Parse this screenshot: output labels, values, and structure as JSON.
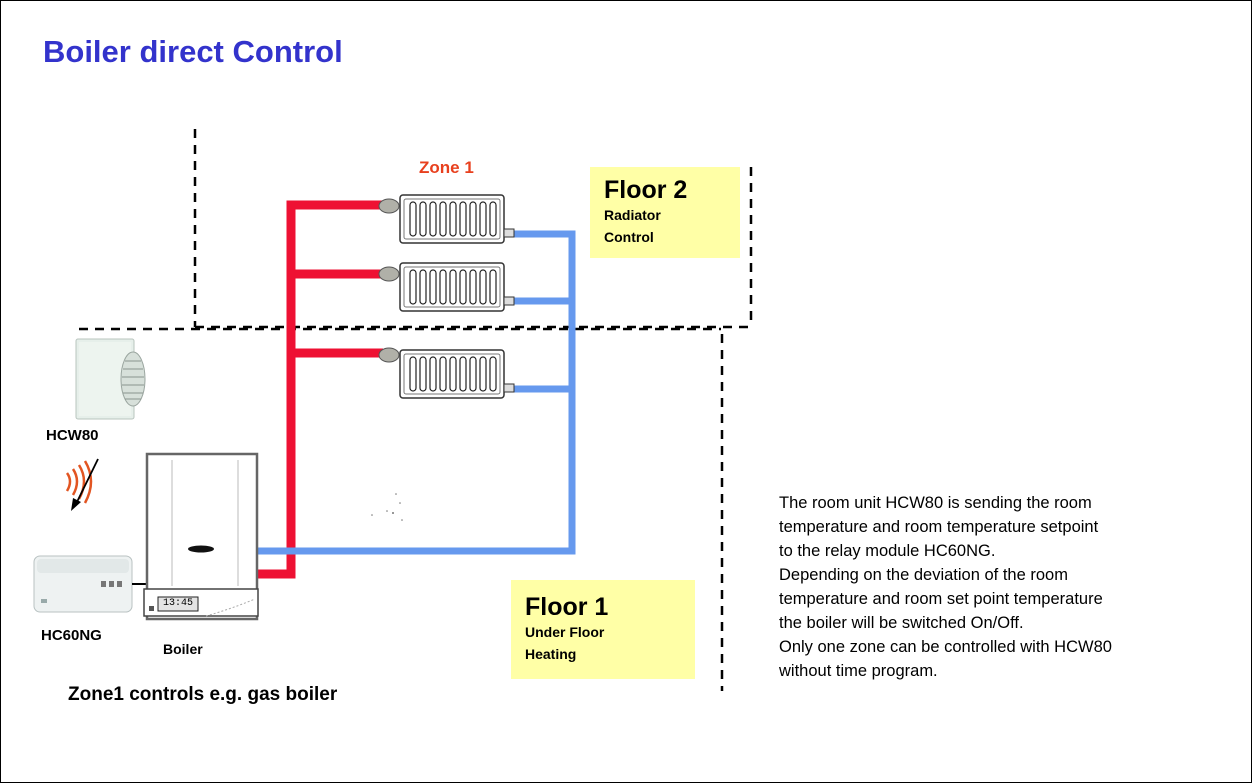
{
  "title": "Boiler direct Control",
  "zone_label": "Zone 1",
  "floor2": {
    "title": "Floor 2",
    "line1": "Radiator",
    "line2": "Control"
  },
  "floor1": {
    "title": "Floor 1",
    "line1": "Under Floor",
    "line2": "Heating"
  },
  "devices": {
    "room_unit": "HCW80",
    "relay_module": "HC60NG",
    "boiler": "Boiler",
    "boiler_display": "13:45"
  },
  "caption": "Zone1 controls e.g. gas boiler",
  "description": [
    "The room unit HCW80 is sending the room",
    "temperature and room temperature setpoint",
    "to the relay module HC60NG.",
    "Depending on the deviation of the room",
    "temperature and room set point temperature",
    "the boiler will be switched On/Off.",
    "Only one zone can be controlled with HCW80",
    "without time program."
  ],
  "colors": {
    "title": "#3333cc",
    "zone_label": "#e8401e",
    "supply_pipe": "#ee1133",
    "return_pipe": "#6699ee",
    "floor_box": "#ffffa6"
  },
  "icons": [
    "radiator-icon",
    "room-unit-icon",
    "wireless-signal-icon",
    "relay-module-icon",
    "boiler-icon"
  ]
}
